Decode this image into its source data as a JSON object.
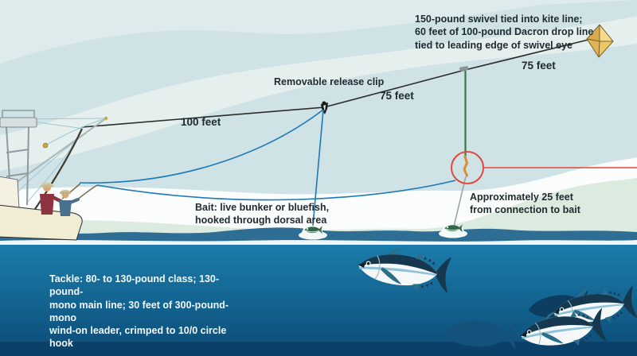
{
  "diagram": {
    "title": "Kite-fishing rig diagram",
    "labels": {
      "swivel_note": "150-pound swivel tied into kite line;\n60 feet of 100-pound Dacron drop line\ntied to leading edge of swivel eye",
      "release_clip": "Removable release clip",
      "line_100": "100 feet",
      "line_75_mid": "75 feet",
      "line_75_kite": "75 feet",
      "connection_note": "Approximately 25 feet\nfrom connection to bait",
      "bait_note": "Bait: live bunker or bluefish,\nhooked through dorsal area",
      "tackle_note": "Tackle: 80- to 130-pound class; 130-pound-\nmono main line; 30 feet of 300-pound-mono\nwind-on leader, crimped to 10/0 circle hook"
    },
    "icons": {
      "kite": "kite-icon",
      "release_clip": "release-clip-icon",
      "swivel": "swivel-icon",
      "boat": "boat-illustration",
      "tuna": "tuna-icon",
      "baitfish": "baitfish-icon"
    },
    "colors": {
      "sky": "#cfe2e6",
      "cloud": "#e4efee",
      "haze_white": "#fbfdfc",
      "haze_green": "#dcebdf",
      "wave_dark": "#2e6e94",
      "foam": "#eef6f7",
      "water_top": "#1b7cab",
      "water_deep": "#0c4a75",
      "kite_line_black": "#2b2b2b",
      "drop_line_green": "#2f7d3f",
      "fishing_line_blue": "#1d79b8",
      "leader_gray": "#97a6ad",
      "highlight_red": "#e2483d",
      "kite_yellow": "#edc763",
      "hull_cream": "#f1ecd4",
      "text_dark": "#1e2a30",
      "text_light": "#f2f8fa"
    }
  }
}
